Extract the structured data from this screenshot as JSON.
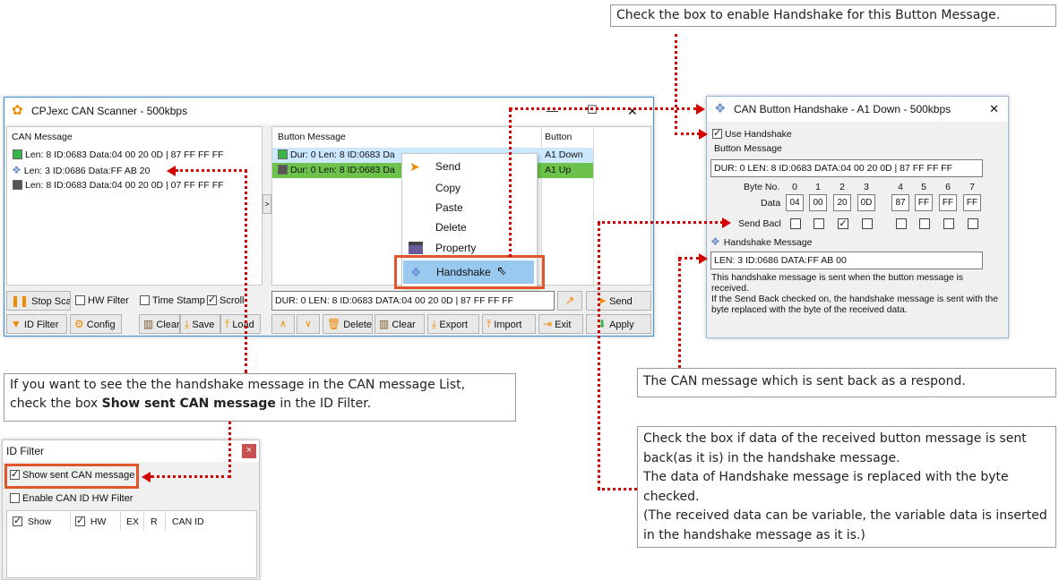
{
  "callouts": {
    "top": "Check the box to enable Handshake for this Button Message.",
    "id_filter_line1": "If you want to see the the handshake message in the CAN message List,",
    "id_filter_line2_pre": "check the box ",
    "id_filter_line2_bold": "Show sent CAN message",
    "id_filter_line2_post": " in the ID Filter.",
    "respond": "The CAN message which is sent back as a respond.",
    "sendback": "Check the box if data of the received button message is sent back(as it is) in the handshake message.\nThe data of Handshake message is replaced with the byte checked.\n(The received data can be variable, the variable data is inserted in the handshake message as it is.)"
  },
  "scanner": {
    "title": "CPJexc CAN Scanner - 500kbps",
    "can_message_header": "CAN Message",
    "can_messages": [
      {
        "text": "Len: 8 ID:0683 Data:04 00 20 0D | 87 FF FF FF",
        "color": "#39b54a"
      },
      {
        "text": "Len: 3 ID:0686 Data:FF AB 20",
        "color": "handshake"
      },
      {
        "text": "Len: 8 ID:0683 Data:04 00 20 0D | 07 FF FF FF",
        "color": "#555555"
      }
    ],
    "collapse_glyph": ">",
    "button_message_header": "Button Message",
    "button_header": "Button",
    "button_rows": [
      {
        "text": "Dur: 0 Len: 8 ID:0683 Da",
        "button": "A1 Down",
        "selected": true
      },
      {
        "text": "Dur: 0 Len: 8 ID:0683 Da",
        "button": "A1 Up",
        "green": true
      }
    ],
    "stop_scan": "Stop Scan",
    "hw_filter": "HW Filter",
    "time_stamp": "Time Stamp",
    "scroll": "Scroll",
    "id_filter_btn": "ID Filter",
    "config": "Config",
    "clear": "Clear",
    "save": "Save",
    "load": "Load",
    "send_field": "DUR: 0 LEN: 8 ID:0683 DATA:04 00 20 0D | 87 FF FF FF",
    "send": "Send",
    "delete": "Delete",
    "clear2": "Clear",
    "export": "Export",
    "import": "Import",
    "exit": "Exit",
    "apply": "Apply"
  },
  "context_menu": {
    "items": [
      "Send",
      "Copy",
      "Paste",
      "Delete",
      "Property",
      "Handshake"
    ]
  },
  "handshake": {
    "title": "CAN Button Handshake - A1 Down - 500kbps",
    "close": "✕",
    "use_handshake": "Use Handshake",
    "button_message_label": "Button Message",
    "button_message_value": "DUR: 0 LEN: 8 ID:0683 DATA:04 00 20 0D | 87 FF FF FF",
    "byte_no_label": "Byte No.",
    "data_label": "Data",
    "byte_numbers": [
      "0",
      "1",
      "2",
      "3",
      "4",
      "5",
      "6",
      "7"
    ],
    "data_bytes": [
      "04",
      "00",
      "20",
      "0D",
      "87",
      "FF",
      "FF",
      "FF"
    ],
    "send_back_label": "Send Bacl",
    "send_back_checked": [
      false,
      false,
      true,
      false,
      false,
      false,
      false,
      false
    ],
    "handshake_message_label": "Handshake Message",
    "handshake_message_value": "LEN: 3 ID:0686 DATA:FF AB 00",
    "desc1": "This handshake message is sent when the button message is received.",
    "desc2": "If the Send Back checked on, the handshake message is sent with the byte replaced with the byte of the received data."
  },
  "id_filter": {
    "title": "ID Filter",
    "close": "×",
    "show_sent": "Show sent CAN message",
    "enable_hw": "Enable CAN ID HW Filter",
    "cols": [
      "Show",
      "HW",
      "EX",
      "R",
      "CAN ID"
    ]
  },
  "colors": {
    "accent_red": "#d40000",
    "window_border": "#3b8fd8",
    "green_row": "#6cc24a",
    "selected_row": "#cce8ff"
  }
}
